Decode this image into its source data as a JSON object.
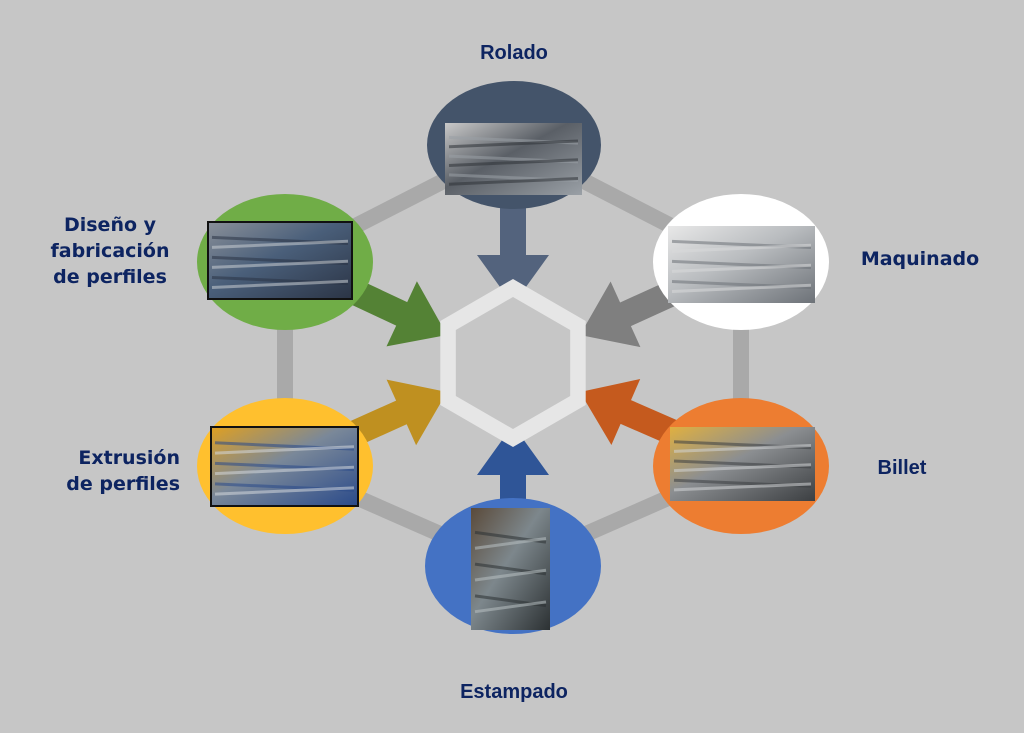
{
  "diagram": {
    "background": "#c6c6c6",
    "label_color": "#0d2461",
    "connector_color": "#a9a9a9",
    "center_hex": {
      "ring_color": "#e6e6e6",
      "fill_color": "#c6c6c6"
    },
    "nodes": [
      {
        "id": "rolado",
        "label": "Rolado",
        "color": "#44546a",
        "arrow_color": "#53637d",
        "photo": {
          "subject": "truck bed with tubular bed extender",
          "tones": [
            "#5a5f66",
            "#2f3338",
            "#9aa0a6",
            "#c9c9c9"
          ]
        }
      },
      {
        "id": "maquinado",
        "label": "Maquinado",
        "color": "#ffffff",
        "arrow_color": "#7f7f7f",
        "photo": {
          "subject": "CNC machining center in factory",
          "tones": [
            "#b9bcbf",
            "#d9dadb",
            "#6d7278",
            "#e8e8e8"
          ]
        }
      },
      {
        "id": "billet",
        "label": "Billet",
        "color": "#ed7d31",
        "arrow_color": "#c55a1e",
        "photo": {
          "subject": "stacked aluminum billets in warehouse",
          "tones": [
            "#8b8e91",
            "#d2d4d6",
            "#3c3f42",
            "#e0b040"
          ]
        }
      },
      {
        "id": "estampado",
        "label": "Estampado",
        "color": "#4472c4",
        "arrow_color": "#2f5597",
        "photo": {
          "subject": "stamped perforated metal channel",
          "tones": [
            "#7d878c",
            "#b8c0c2",
            "#2c3133",
            "#5a4a3a"
          ]
        }
      },
      {
        "id": "extrusion",
        "label": "Extrusión\nde perfiles",
        "color": "#ffc02e",
        "arrow_color": "#bf9020",
        "photo": {
          "subject": "extrusion plant line",
          "tones": [
            "#7a8899",
            "#d4d8dc",
            "#2a4a8a",
            "#e0a020"
          ]
        }
      },
      {
        "id": "diseno",
        "label": "Diseño y\nfabricación\nde perfiles",
        "color": "#70ad47",
        "arrow_color": "#548235",
        "photo": {
          "subject": "worker with protective mask grinding metal",
          "tones": [
            "#4a5f7a",
            "#c8cdd2",
            "#2b3445",
            "#8a9099"
          ]
        }
      }
    ]
  }
}
